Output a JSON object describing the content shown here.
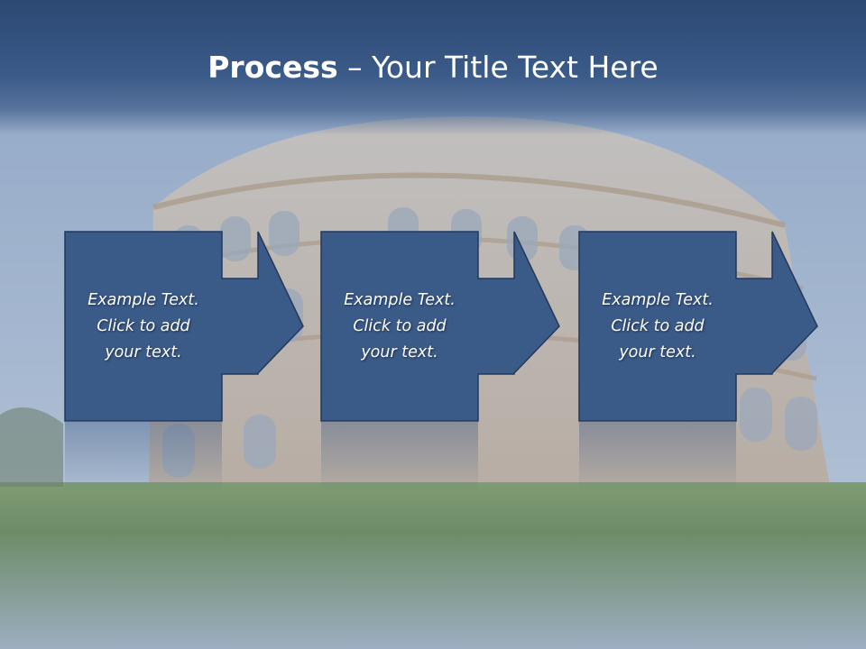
{
  "title": {
    "bold": "Process",
    "rest": " – Your Title Text Here"
  },
  "steps": [
    {
      "text": "Example Text.\nClick  to add\nyour text."
    },
    {
      "text": "Example Text.\nClick  to add\nyour text."
    },
    {
      "text": "Example Text.\nClick  to add\nyour text."
    }
  ],
  "colors": {
    "box_fill": "#3a5a88",
    "title_band": "#2c4873",
    "grass": "#5f8a4e"
  }
}
